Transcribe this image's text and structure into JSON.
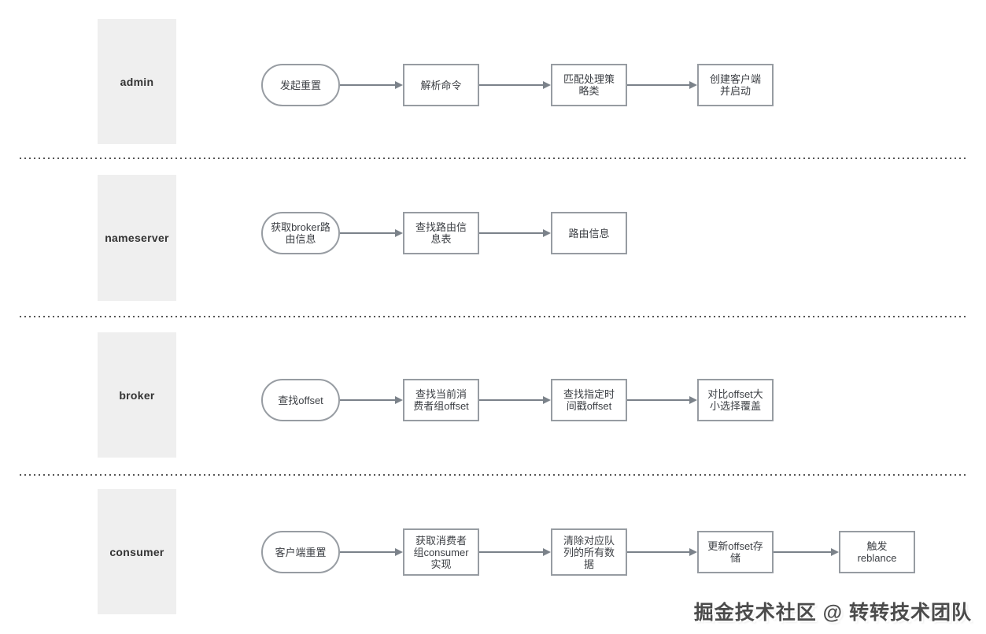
{
  "lanes": [
    {
      "label": "admin",
      "nodes": [
        {
          "type": "stadium",
          "label": "发起重置"
        },
        {
          "type": "rect",
          "label": "解析命令"
        },
        {
          "type": "rect",
          "label": "匹配处理策\n略类"
        },
        {
          "type": "rect",
          "label": "创建客户端\n并启动"
        }
      ]
    },
    {
      "label": "nameserver",
      "nodes": [
        {
          "type": "stadium",
          "label": "获取broker路\n由信息"
        },
        {
          "type": "rect",
          "label": "查找路由信\n息表"
        },
        {
          "type": "rect",
          "label": "路由信息"
        }
      ]
    },
    {
      "label": "broker",
      "nodes": [
        {
          "type": "stadium",
          "label": "查找offset"
        },
        {
          "type": "rect",
          "label": "查找当前消\n费者组offset"
        },
        {
          "type": "rect",
          "label": "查找指定时\n间戳offset"
        },
        {
          "type": "rect",
          "label": "对比offset大\n小选择覆盖"
        }
      ]
    },
    {
      "label": "consumer",
      "nodes": [
        {
          "type": "stadium",
          "label": "客户端重置"
        },
        {
          "type": "rect",
          "label": "获取消费者\n组consumer\n实现"
        },
        {
          "type": "rect",
          "label": "清除对应队\n列的所有数\n据"
        },
        {
          "type": "rect",
          "label": "更新offset存\n储"
        },
        {
          "type": "rect",
          "label": "触发\nreblance"
        }
      ]
    }
  ],
  "watermark": {
    "text": "掘金技术社区 @ 转转技术团队"
  },
  "colors": {
    "lane_fill": "#efefef",
    "node_border": "#979ca2",
    "arrow": "#7b828a",
    "divider": "#565656",
    "watermark_text": "#4b4b4b",
    "background": "#ffffff"
  }
}
